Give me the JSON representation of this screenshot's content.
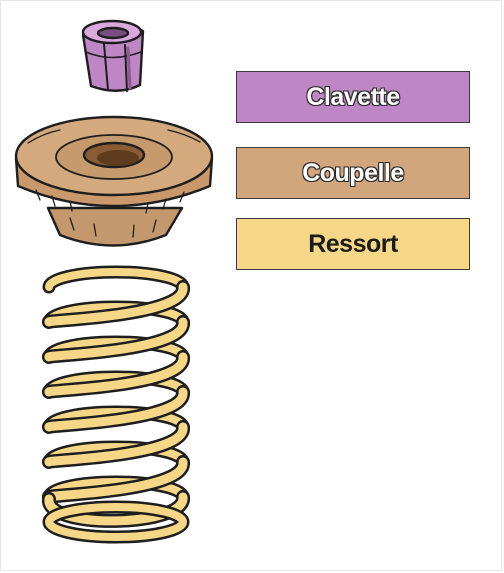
{
  "labels": {
    "clavette": "Clavette",
    "coupelle": "Coupelle",
    "ressort": "Ressort"
  },
  "colors": {
    "clavette": "#bf86c6",
    "coupelle": "#d1a67c",
    "ressort": "#f5d787",
    "outline": "#1e1e1e"
  },
  "icons": {
    "clavette": "valve-key-icon",
    "coupelle": "spring-cup-icon",
    "ressort": "coil-spring-icon"
  }
}
